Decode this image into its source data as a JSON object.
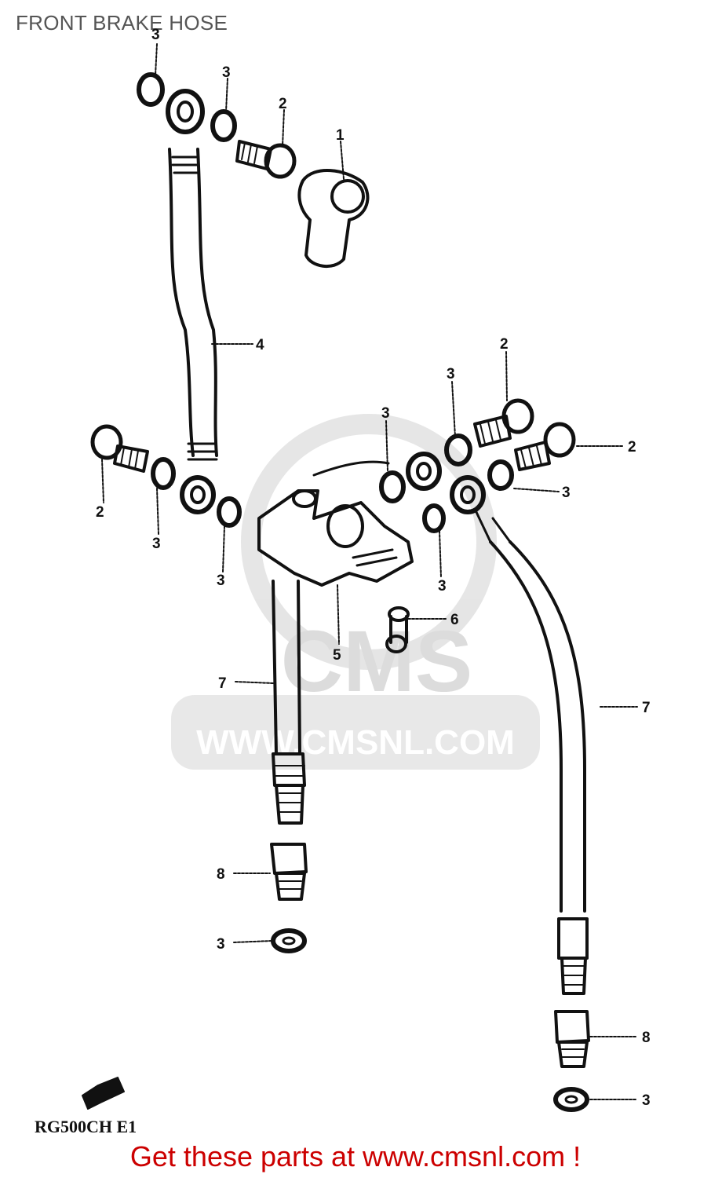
{
  "header": {
    "title": "FRONT BRAKE HOSE"
  },
  "watermark": {
    "brand": "CMS",
    "url": "WWW.CMSNL.COM"
  },
  "diagram": {
    "model_code": "RG500CH E1",
    "callouts": [
      {
        "id": "c-1",
        "number": "1"
      },
      {
        "id": "c-2a",
        "number": "2"
      },
      {
        "id": "c-3a",
        "number": "3"
      },
      {
        "id": "c-3b",
        "number": "3"
      },
      {
        "id": "c-4",
        "number": "4"
      },
      {
        "id": "c-2b",
        "number": "2"
      },
      {
        "id": "c-3c",
        "number": "3"
      },
      {
        "id": "c-3d",
        "number": "3"
      },
      {
        "id": "c-3e",
        "number": "3"
      },
      {
        "id": "c-3f",
        "number": "3"
      },
      {
        "id": "c-2c",
        "number": "2"
      },
      {
        "id": "c-2d",
        "number": "2"
      },
      {
        "id": "c-3g",
        "number": "3"
      },
      {
        "id": "c-3h",
        "number": "3"
      },
      {
        "id": "c-5",
        "number": "5"
      },
      {
        "id": "c-6",
        "number": "6"
      },
      {
        "id": "c-7a",
        "number": "7"
      },
      {
        "id": "c-7b",
        "number": "7"
      },
      {
        "id": "c-8a",
        "number": "8"
      },
      {
        "id": "c-3i",
        "number": "3"
      },
      {
        "id": "c-8b",
        "number": "8"
      },
      {
        "id": "c-3j",
        "number": "3"
      }
    ]
  },
  "footer": {
    "text": "Get these parts at www.cmsnl.com !"
  }
}
